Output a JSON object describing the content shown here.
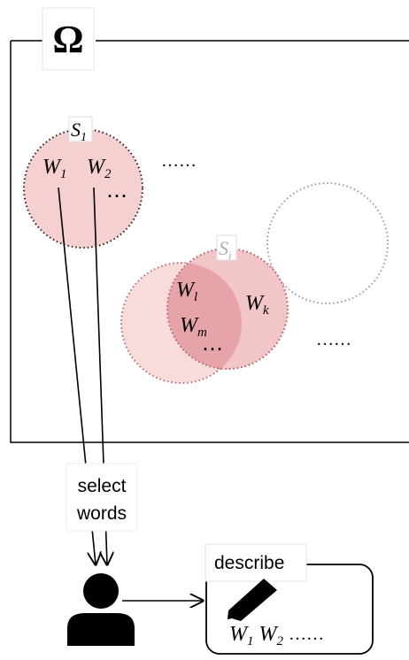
{
  "universe": {
    "symbol": "Ω"
  },
  "set_s1": {
    "label": "S",
    "label_subscript": "1",
    "word1": "W",
    "word1_sub": "1",
    "word2": "W",
    "word2_sub": "2",
    "ellipsis": "⋯"
  },
  "outer_ellipsis_top": "……",
  "set_si": {
    "label": "S",
    "label_subscript": "i",
    "word_l": "W",
    "word_l_sub": "l",
    "word_m": "W",
    "word_m_sub": "m",
    "word_k": "W",
    "word_k_sub": "k",
    "ellipsis": "⋯"
  },
  "outer_ellipsis_mid": "……",
  "select_label_line1": "select",
  "select_label_line2": "words",
  "describe_box": {
    "title": "describe",
    "w1": "W",
    "w1_sub": "1",
    "w2": "W",
    "w2_sub": "2",
    "ellipsis": "……"
  },
  "icons": {
    "user": "person-icon",
    "pen": "pen-icon"
  },
  "colors": {
    "set_fill": "#f2cccc",
    "set_fill_light": "#f7dada",
    "overlap_fill": "#e7a7ac",
    "dotted_dark": "#3a1a1a",
    "dotted_gray": "#9a9a9a",
    "line": "#000000"
  }
}
